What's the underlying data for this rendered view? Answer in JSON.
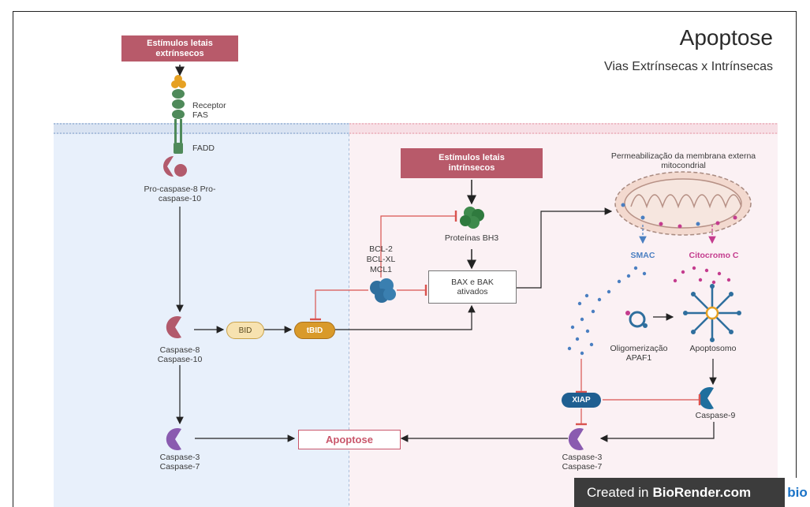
{
  "header": {
    "title": "Apoptose",
    "subtitle": "Vias Extrínsecas x Intrínsecas"
  },
  "extrinsic": {
    "stimulus": "Estímulos letais extrínsecos",
    "receptor": "Receptor FAS",
    "fadd": "FADD",
    "procaspase": "Pro-caspase-8 Pro-caspase-10",
    "caspase8": "Caspase-8 Caspase-10",
    "bid": "BID",
    "tbid": "tBID",
    "caspase3": "Caspase-3 Caspase-7"
  },
  "intrinsic": {
    "stimulus": "Estímulos letais intrínsecos",
    "bh3": "Proteínas BH3",
    "bcl": "BCL-2 BCL-XL MCL1",
    "baxbak": "BAX e BAK ativados",
    "permeabilization": "Permeabilização da membrana externa mitocondrial",
    "smac": "SMAC",
    "cytochrome": "Citocromo C",
    "oligomerization": "Oligomerização APAF1",
    "apoptosome": "Apoptosomo",
    "xiap": "XIAP",
    "caspase9": "Caspase-9",
    "caspase3": "Caspase-3 Caspase-7"
  },
  "center": {
    "apoptosis": "Apoptose"
  },
  "footer": {
    "created_in": "Created in",
    "brand": "BioRender.com",
    "logo": "bio"
  },
  "colors": {
    "stimulus_box": "#b85a6a",
    "caspase": "#b25a6c",
    "caspase3": "#8a5bb0",
    "caspase9": "#1f6f9e",
    "receptor": "#4f8a5a",
    "inhibitor": "#d9534f",
    "smac": "#4a7fc1",
    "cytochrome": "#c43c8e"
  }
}
